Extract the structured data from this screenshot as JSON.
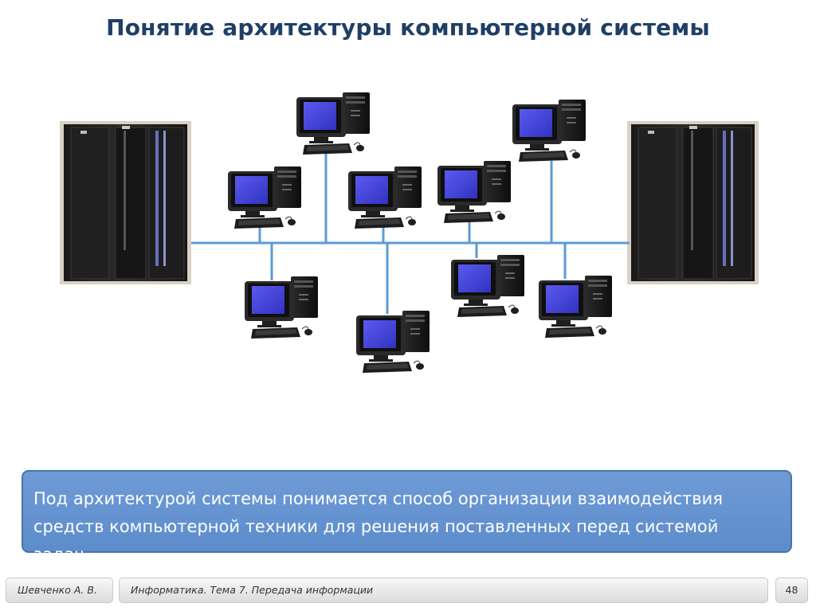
{
  "slide": {
    "title": "Понятие архитектуры компьютерной системы",
    "definition": "Под архитектурой системы понимается способ организации взаимодействия средств компьютерной техники для решения поставленных перед системой задач."
  },
  "footer": {
    "author": "Шевченко А. В.",
    "course": "Информатика. Тема 7. Передача информации",
    "page": "48"
  },
  "diagram": {
    "bus_color": "#5b9bd5",
    "screen_color": "#3f3fd0",
    "device_color": "#1b1b1b",
    "servers": [
      "server-left",
      "server-right"
    ],
    "workstations_above": 5,
    "workstations_below": 4
  }
}
